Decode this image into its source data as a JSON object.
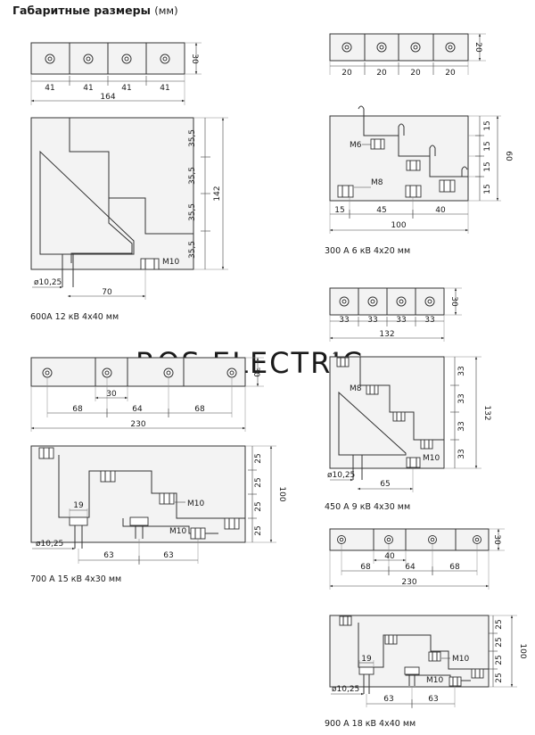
{
  "header": {
    "title": "Габаритные размеры",
    "unit": "(мм)"
  },
  "watermark": "ROS ELECTRIC",
  "drawings": [
    {
      "caption": "600А 12 кВ 4х40 мм",
      "top_dims": {
        "segments": [
          "41",
          "41",
          "41",
          "41"
        ],
        "total": "164",
        "height": "30"
      },
      "side_dims": {
        "levels": [
          "35,5",
          "35,5",
          "35,5",
          "35,5"
        ],
        "total": "142",
        "bolt": "М10",
        "pin": "ø10,25",
        "offset": "70"
      }
    },
    {
      "caption": "300 А 6 кВ 4х20 мм",
      "top_dims": {
        "segments": [
          "20",
          "20",
          "20",
          "20"
        ],
        "height": "20"
      },
      "side_dims": {
        "levels": [
          "15",
          "15",
          "15",
          "15"
        ],
        "total": "60",
        "bolt_small": "М6",
        "bolt_large": "М8",
        "bottom": [
          "15",
          "45",
          "40"
        ],
        "bottom_total": "100"
      }
    },
    {
      "caption": "450 А 9 кВ 4х30 мм",
      "top_dims": {
        "segments": [
          "33",
          "33",
          "33",
          "33"
        ],
        "total": "132",
        "height": "30"
      },
      "side_dims": {
        "levels": [
          "33",
          "33",
          "33",
          "33"
        ],
        "total": "132",
        "bolt_small": "М8",
        "bolt": "М10",
        "pin": "ø10,25",
        "offset": "65"
      }
    },
    {
      "caption": "700 А 15 кВ 4х30 мм",
      "top_dims": {
        "spacing": [
          "68",
          "64",
          "68"
        ],
        "inner": "30",
        "total": "230",
        "height": "30"
      },
      "side_dims": {
        "levels": [
          "25",
          "25",
          "25",
          "25"
        ],
        "total": "100",
        "bolt_a": "М10",
        "bolt_b": "М10",
        "pin": "ø10,25",
        "pin_width": "19",
        "bottom": [
          "63",
          "63"
        ]
      }
    },
    {
      "caption": "900 А 18 кВ 4х40 мм",
      "top_dims": {
        "spacing": [
          "68",
          "64",
          "68"
        ],
        "inner": "40",
        "total": "230",
        "height": "30"
      },
      "side_dims": {
        "levels": [
          "25",
          "25",
          "25",
          "25"
        ],
        "total": "100",
        "bolt_a": "М10",
        "bolt_b": "М10",
        "pin": "ø10,25",
        "pin_width": "19",
        "bottom": [
          "63",
          "63"
        ]
      }
    }
  ]
}
